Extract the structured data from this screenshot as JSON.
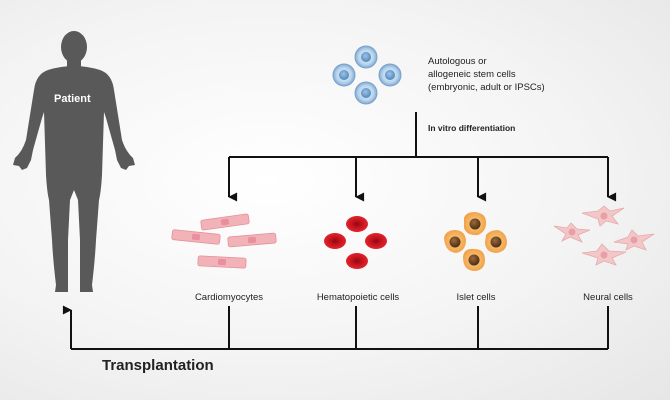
{
  "patient": {
    "label": "Patient"
  },
  "stem_cells": {
    "description_lines": [
      "Autologous or",
      "allogeneic stem cells",
      "(embryonic, adult or IPSCs)"
    ]
  },
  "process": {
    "label": "In vitro differentiation"
  },
  "cell_types": [
    {
      "label": "Cardiomyocytes",
      "icon": "cardiomyocyte-cells-icon"
    },
    {
      "label": "Hematopoietic cells",
      "icon": "red-blood-cells-icon"
    },
    {
      "label": "Islet cells",
      "icon": "islet-cells-icon"
    },
    {
      "label": "Neural cells",
      "icon": "neural-cells-icon"
    }
  ],
  "return_path": {
    "label": "Transplantation"
  },
  "colors": {
    "silhouette": "#5a5a5a",
    "line": "#111111",
    "stem_cell": "#8fb8de",
    "cardiomyocyte": "#f2b3b8",
    "hematopoietic": "#d7141f",
    "islet": "#f3a54a",
    "islet_nucleus": "#6b4420",
    "neural": "#f3c5c5"
  }
}
